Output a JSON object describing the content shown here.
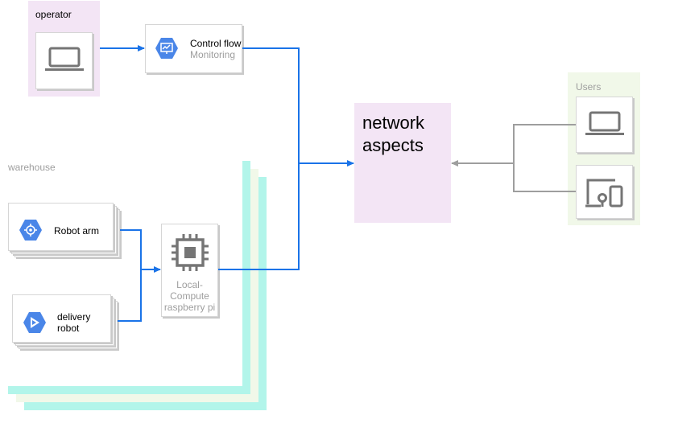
{
  "operator": {
    "label": "operator"
  },
  "control": {
    "title": "Control flow",
    "subtitle": "Monitoring"
  },
  "network": {
    "line1": "network",
    "line2": "aspects"
  },
  "users": {
    "label": "Users"
  },
  "warehouse": {
    "label": "warehouse"
  },
  "robot_arm": {
    "label": "Robot arm"
  },
  "delivery_robot": {
    "line1": "delivery",
    "line2": "robot"
  },
  "compute": {
    "line1": "Local-",
    "line2": "Compute",
    "line3": "raspberry pi"
  },
  "colors": {
    "operator_zone": "#f3e5f5",
    "users_zone": "#f1f8e9",
    "network_box": "#f3e5f5",
    "flow_arrow": "#1a73e8",
    "return_arrow": "#9e9e9e",
    "warehouse_band_1": "#b2f5ea",
    "warehouse_band_2": "#f1f8e9",
    "gcp_blue": "#4a86e8"
  },
  "icons": [
    "laptop-icon",
    "monitoring-icon",
    "mobile-devices-icon",
    "robot-arm-icon",
    "delivery-robot-icon",
    "chip-icon"
  ]
}
